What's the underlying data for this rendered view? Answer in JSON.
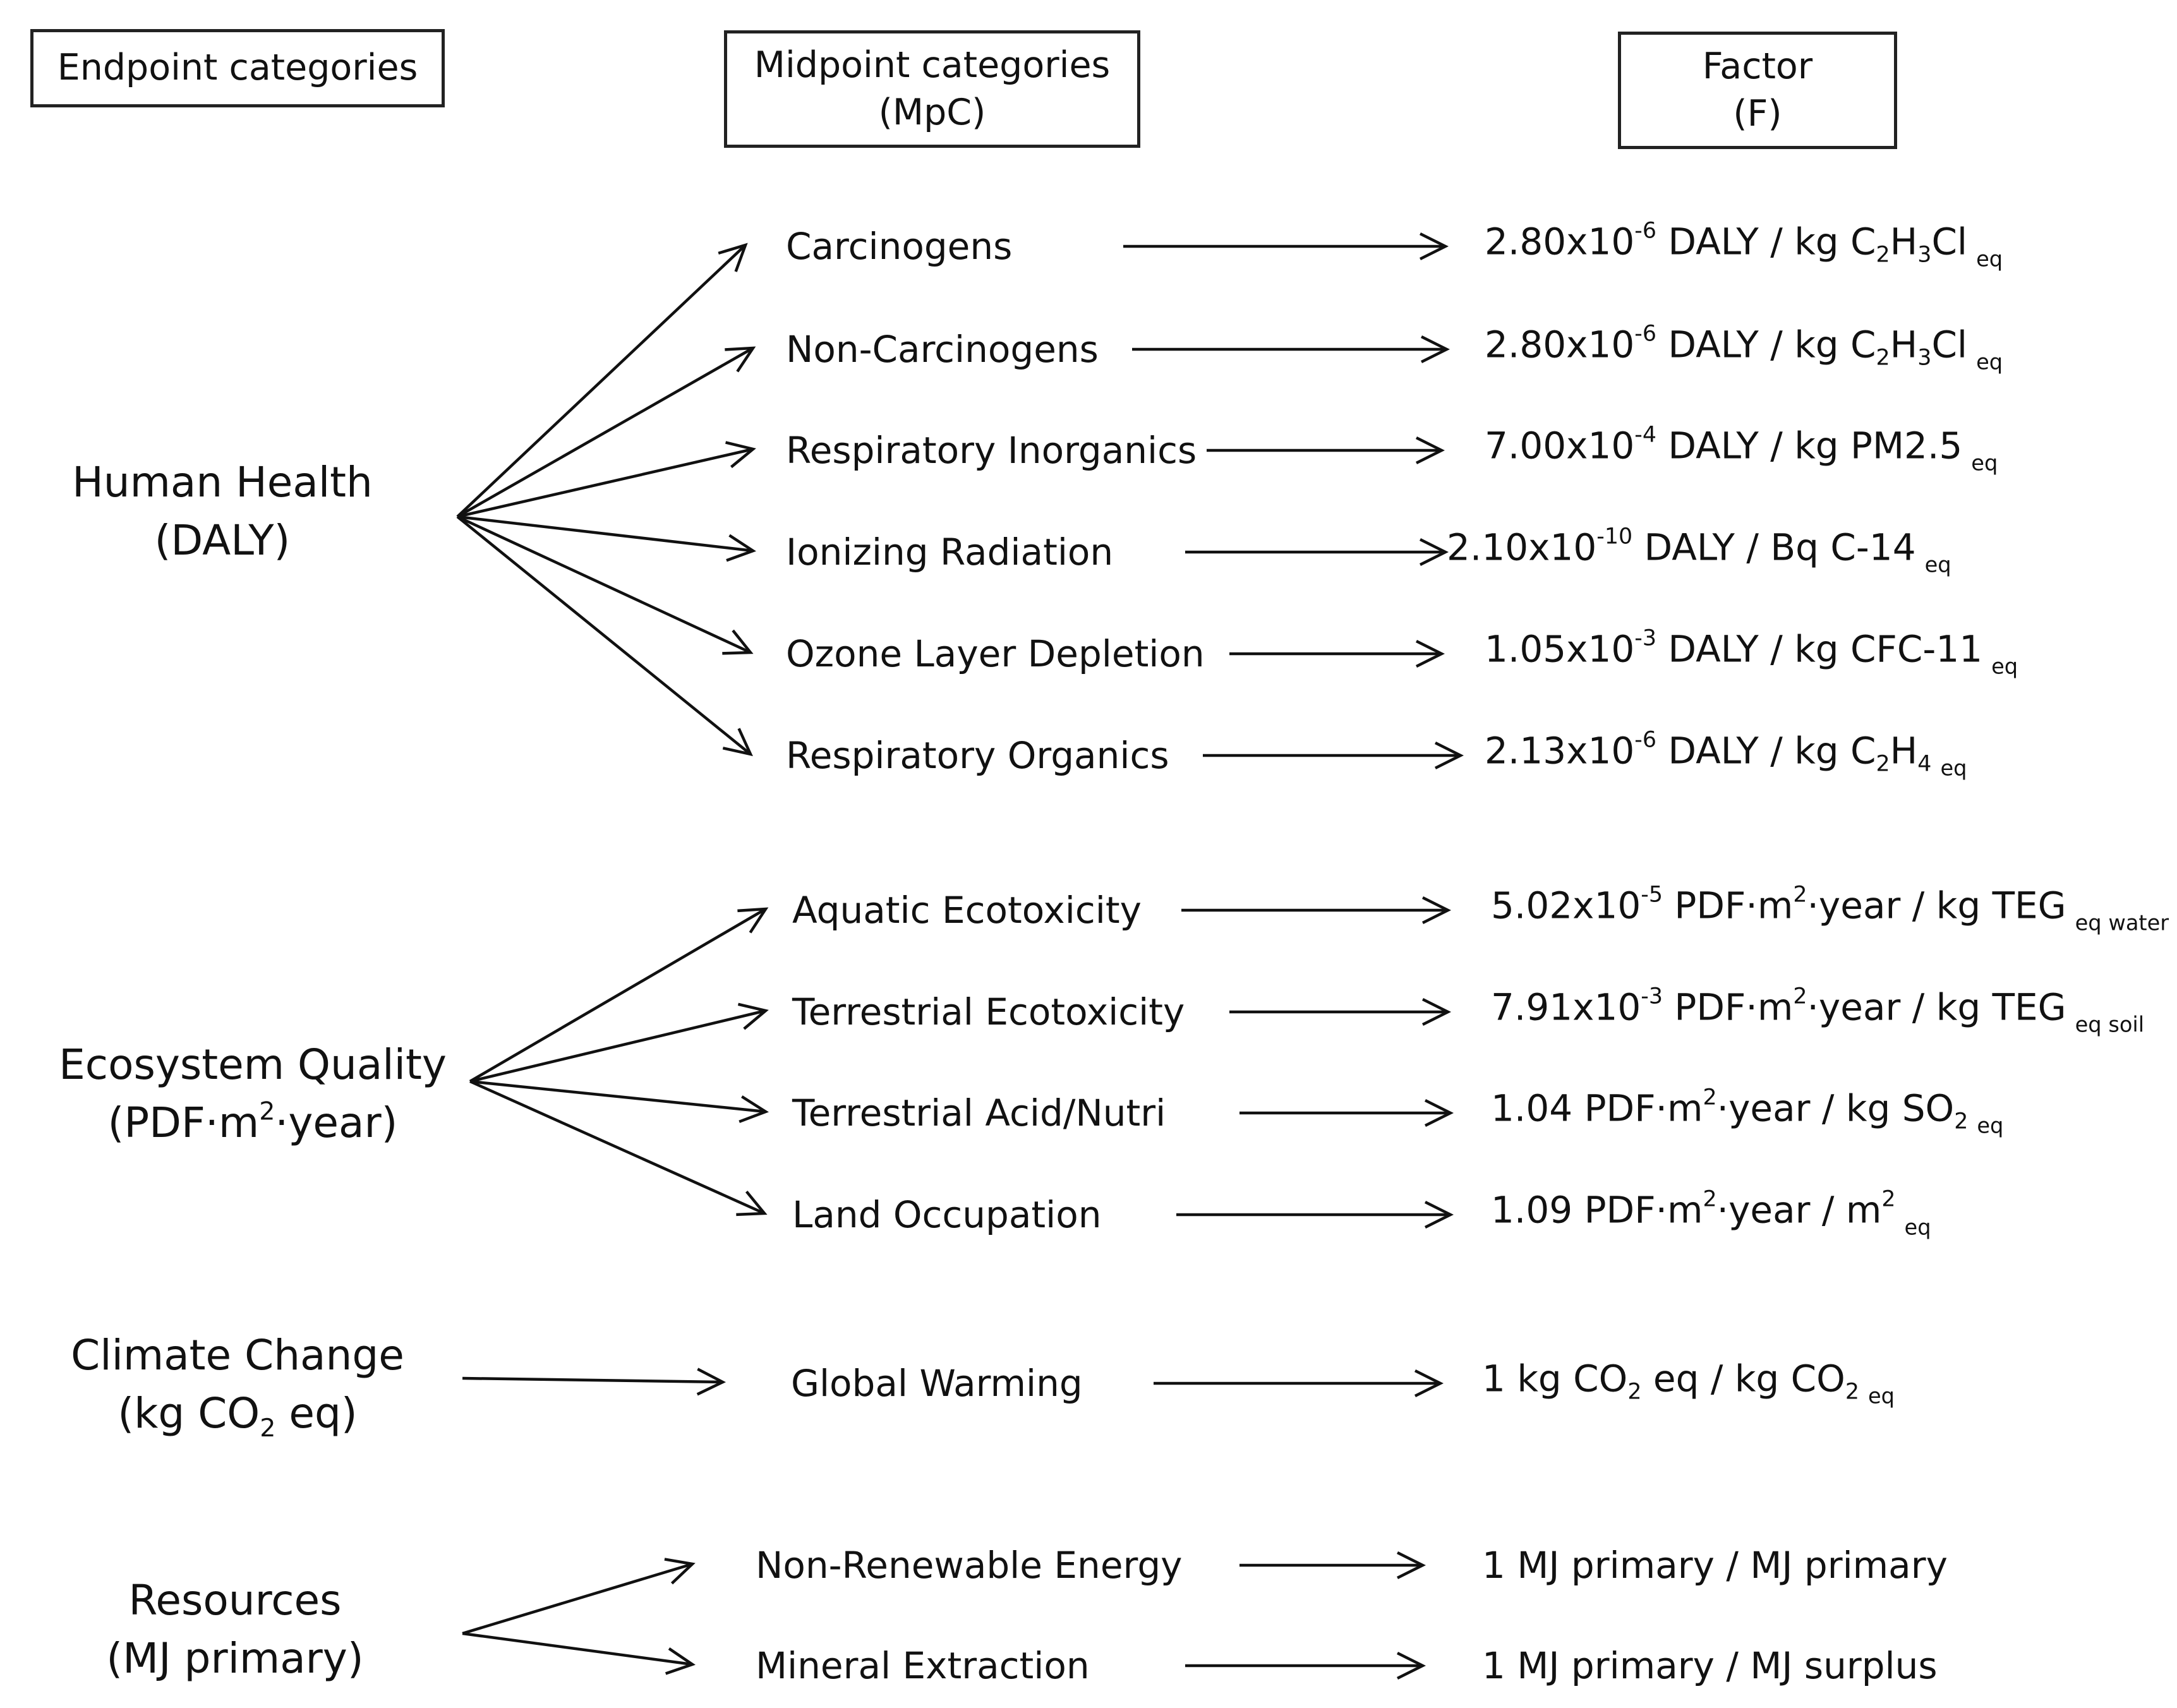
{
  "headers": {
    "endpoint": "Endpoint categories",
    "midpoint_line1": "Midpoint categories",
    "midpoint_line2": "(MpC)",
    "factor_line1": "Factor",
    "factor_line2": "(F)"
  },
  "endpoints": [
    {
      "id": "hh",
      "line1": "Human Health",
      "line2": "(DALY)"
    },
    {
      "id": "eq",
      "line1": "Ecosystem Quality",
      "line2": "(PDF·m²·year)"
    },
    {
      "id": "cc",
      "line1": "Climate Change",
      "line2": "(kg CO₂ eq)"
    },
    {
      "id": "res",
      "line1": "Resources",
      "line2": "(MJ primary)"
    }
  ],
  "midpoints": [
    {
      "endpoint": "hh",
      "label": "Carcinogens",
      "factor": "2.80x10⁻⁶ DALY / kg C₂H₃Cl eq"
    },
    {
      "endpoint": "hh",
      "label": "Non-Carcinogens",
      "factor": "2.80x10⁻⁶ DALY / kg C₂H₃Cl eq"
    },
    {
      "endpoint": "hh",
      "label": "Respiratory Inorganics",
      "factor": "7.00x10⁻⁴ DALY / kg PM2.5 eq"
    },
    {
      "endpoint": "hh",
      "label": "Ionizing Radiation",
      "factor": "2.10x10⁻¹⁰ DALY / Bq C-14 eq"
    },
    {
      "endpoint": "hh",
      "label": "Ozone Layer Depletion",
      "factor": "1.05x10⁻³ DALY / kg CFC-11 eq"
    },
    {
      "endpoint": "hh",
      "label": "Respiratory Organics",
      "factor": "2.13x10⁻⁶ DALY / kg C₂H₄ eq"
    },
    {
      "endpoint": "eq",
      "label": "Aquatic Ecotoxicity",
      "factor": "5.02x10⁻⁵ PDF·m²·year / kg TEG eq water"
    },
    {
      "endpoint": "eq",
      "label": "Terrestrial Ecotoxicity",
      "factor": "7.91x10⁻³ PDF·m²·year / kg TEG eq soil"
    },
    {
      "endpoint": "eq",
      "label": "Terrestrial Acid/Nutri",
      "factor": "1.04 PDF·m²·year / kg SO₂ eq"
    },
    {
      "endpoint": "eq",
      "label": "Land Occupation",
      "factor": "1.09 PDF·m²·year / m² eq"
    },
    {
      "endpoint": "cc",
      "label": "Global Warming",
      "factor": "1 kg CO₂ eq / kg CO₂ eq"
    },
    {
      "endpoint": "res",
      "label": "Non-Renewable Energy",
      "factor": "1 MJ  primary / MJ  primary"
    },
    {
      "endpoint": "res",
      "label": "Mineral Extraction",
      "factor": "1 MJ  primary / MJ surplus"
    }
  ]
}
